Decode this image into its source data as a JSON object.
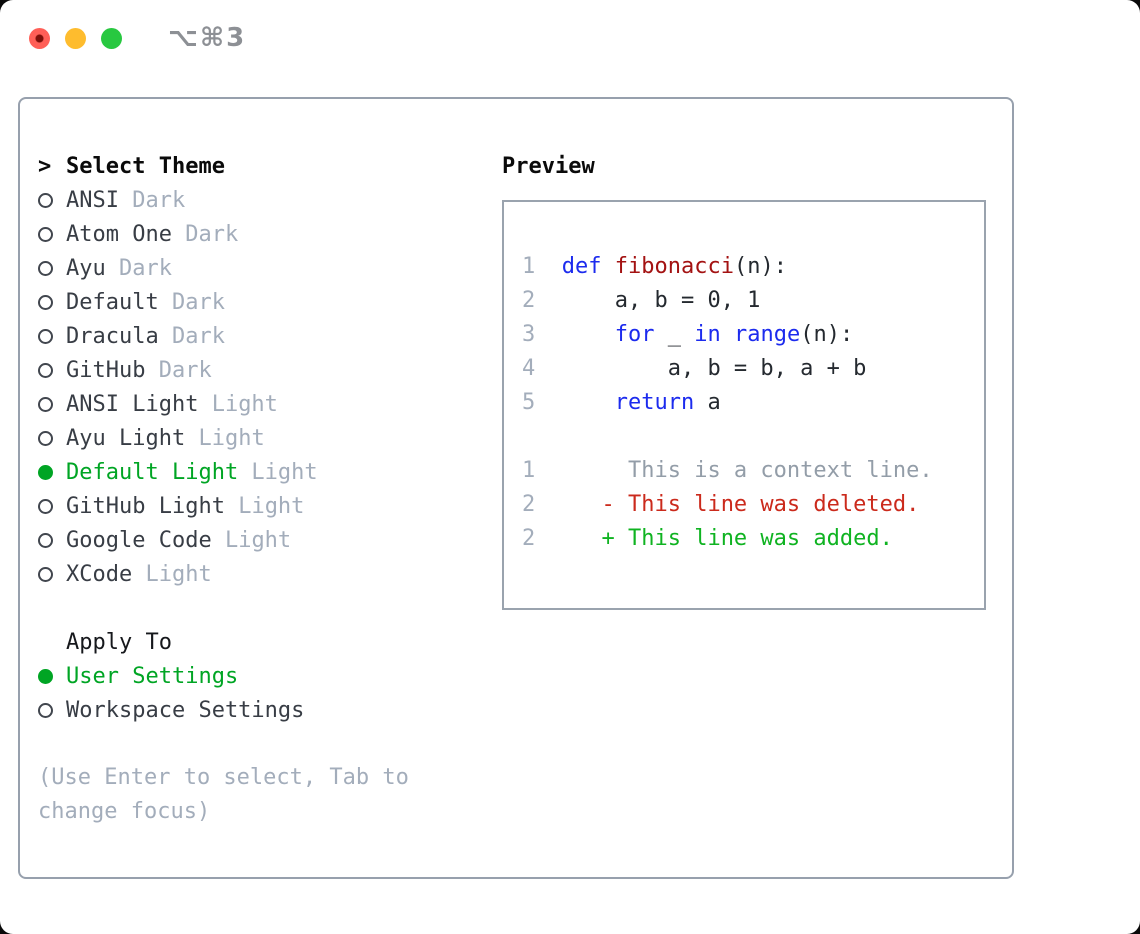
{
  "window": {
    "title": "⌥⌘3",
    "traffic_lights": [
      "close",
      "minimize",
      "zoom"
    ]
  },
  "colors": {
    "selection_green": "#00a524",
    "added_green": "#0fb321",
    "deleted_red": "#cb2a1c",
    "keyword_blue": "#1c2bee",
    "function_red": "#a31212",
    "muted_gray": "#a3adbb",
    "text_dark": "#383d45",
    "panel_border": "#97a0ad",
    "traffic_red": "#ff5f57",
    "traffic_yellow": "#febc2e",
    "traffic_green": "#28c840"
  },
  "left": {
    "header": {
      "prefix": ">",
      "label": "Select Theme"
    },
    "themes": [
      {
        "name": "ANSI",
        "variant": "Dark",
        "selected": false
      },
      {
        "name": "Atom One",
        "variant": "Dark",
        "selected": false
      },
      {
        "name": "Ayu",
        "variant": "Dark",
        "selected": false
      },
      {
        "name": "Default",
        "variant": "Dark",
        "selected": false
      },
      {
        "name": "Dracula",
        "variant": "Dark",
        "selected": false
      },
      {
        "name": "GitHub",
        "variant": "Dark",
        "selected": false
      },
      {
        "name": "ANSI Light",
        "variant": "Light",
        "selected": false
      },
      {
        "name": "Ayu Light",
        "variant": "Light",
        "selected": false
      },
      {
        "name": "Default Light",
        "variant": "Light",
        "selected": true
      },
      {
        "name": "GitHub Light",
        "variant": "Light",
        "selected": false
      },
      {
        "name": "Google Code",
        "variant": "Light",
        "selected": false
      },
      {
        "name": "XCode",
        "variant": "Light",
        "selected": false
      }
    ],
    "apply_to": {
      "label": "Apply To",
      "options": [
        {
          "name": "User Settings",
          "selected": true
        },
        {
          "name": "Workspace Settings",
          "selected": false
        }
      ]
    },
    "hint": "(Use Enter to select, Tab to change focus)"
  },
  "preview": {
    "label": "Preview",
    "lines": [
      [
        [
          "1",
          "ln"
        ],
        [
          "  ",
          "pl"
        ],
        [
          "def",
          "kw"
        ],
        [
          " ",
          "pl"
        ],
        [
          "fibonacci",
          "fn"
        ],
        [
          "(n):",
          "pl"
        ]
      ],
      [
        [
          "2",
          "ln"
        ],
        [
          "  ",
          "pl"
        ],
        [
          "    a, b = 0, 1",
          "pl"
        ]
      ],
      [
        [
          "3",
          "ln"
        ],
        [
          "  ",
          "pl"
        ],
        [
          "    ",
          "pl"
        ],
        [
          "for",
          "kw"
        ],
        [
          " _ ",
          "pl"
        ],
        [
          "in",
          "kw"
        ],
        [
          " ",
          "pl"
        ],
        [
          "range",
          "kw"
        ],
        [
          "(n):",
          "pl"
        ]
      ],
      [
        [
          "4",
          "ln"
        ],
        [
          "  ",
          "pl"
        ],
        [
          "        a, b = b, a + b",
          "pl"
        ]
      ],
      [
        [
          "5",
          "ln"
        ],
        [
          "  ",
          "pl"
        ],
        [
          "    ",
          "pl"
        ],
        [
          "return",
          "kw"
        ],
        [
          " a",
          "pl"
        ]
      ],
      [],
      [
        [
          "1",
          "ln"
        ],
        [
          "       ",
          "pl"
        ],
        [
          "This is a context line.",
          "ctx"
        ]
      ],
      [
        [
          "2",
          "ln"
        ],
        [
          "     ",
          "pl"
        ],
        [
          "- This line was deleted.",
          "del"
        ]
      ],
      [
        [
          "2",
          "ln"
        ],
        [
          "     ",
          "pl"
        ],
        [
          "+ This line was added.",
          "add"
        ]
      ]
    ]
  }
}
